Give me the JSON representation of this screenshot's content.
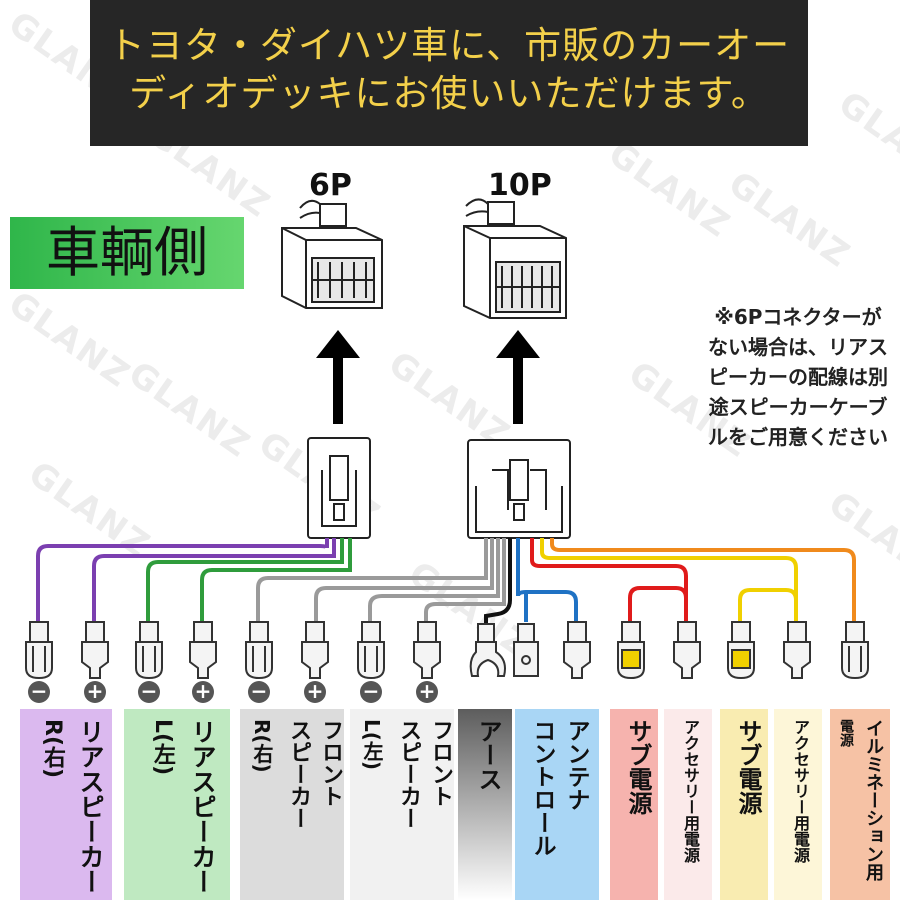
{
  "banner": {
    "line1": "トヨタ・ダイハツ車に、市販のカーオー",
    "line2": "ディオデッキにお使いいただけます。"
  },
  "vehicle_side": "車輌側",
  "connector_6p": "6P",
  "connector_10p": "10P",
  "note": "※6Pコネクターがない場合は、リアスピーカーの配線は別途スピーカーケーブルをご用意ください",
  "watermark": "GLANZ",
  "polarity": {
    "minus": "−",
    "plus": "+"
  },
  "colors": {
    "purple": "#7b3fb0",
    "green": "#2f9c3c",
    "gray": "#9a9a9a",
    "black": "#111111",
    "blue": "#1f72c4",
    "red": "#e01b1b",
    "yellow": "#f0d000",
    "orange": "#f08a1c"
  },
  "labels": [
    {
      "col1": "リアスピーカー",
      "col2": "R(右)",
      "bg": "#dbb9ef"
    },
    {
      "col1": "リアスピーカー",
      "col2": "L(左)",
      "bg": "#bfe9c1"
    },
    {
      "col1": "フロント",
      "col2": "スピーカー",
      "col3": "R(右)",
      "bg": "#dcdcdc"
    },
    {
      "col1": "フロント",
      "col2": "スピーカー",
      "col3": "L(左)",
      "bg": "#f1f1f1"
    },
    {
      "col1": "アース",
      "bg": "#5d5d5d"
    },
    {
      "col1": "アンテナ",
      "col2": "コントロール",
      "bg": "#a9d6f5"
    },
    {
      "col1": "サブ電源",
      "bg": "#f6b3ae"
    },
    {
      "col1": "アクセサリー用電源",
      "bg": "#fbeaea"
    },
    {
      "col1": "サブ電源",
      "bg": "#f9ecb1"
    },
    {
      "col1": "アクセサリー用電源",
      "bg": "#fdf6d8"
    },
    {
      "col1": "イルミネーション用",
      "col2": "電源",
      "bg": "#f6c2a5"
    }
  ]
}
